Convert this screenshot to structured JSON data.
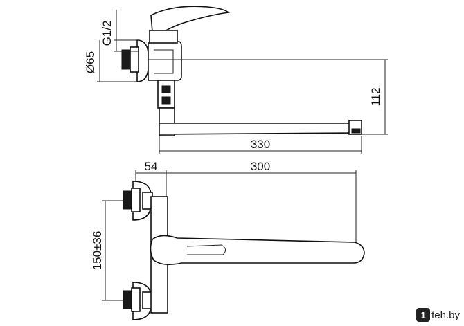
{
  "dimensions": {
    "thread": "G1/2",
    "flange_diameter": "Ø65",
    "height": "112",
    "spout_length_total": "330",
    "offset": "54",
    "spout_length": "300",
    "centers": "150±36"
  },
  "watermark": {
    "icon": "1",
    "text": "teh.by"
  }
}
